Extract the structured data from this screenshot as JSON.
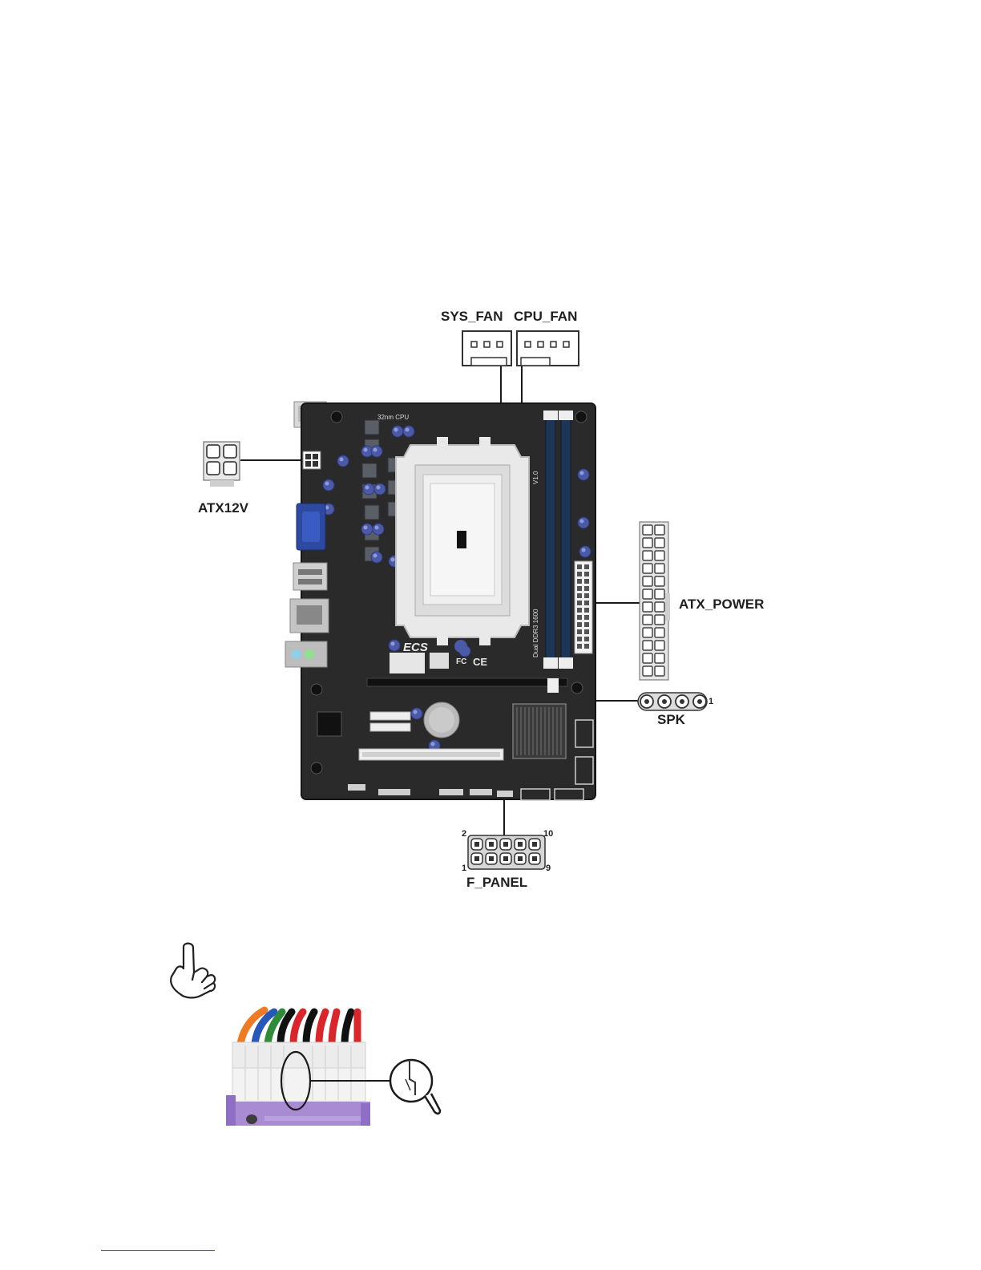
{
  "labels": {
    "sys_fan": "SYS_FAN",
    "cpu_fan": "CPU_FAN",
    "atx12v": "ATX12V",
    "atx_power": "ATX_POWER",
    "spk": "SPK",
    "spk_pin1": "1",
    "f_panel": "F_PANEL",
    "f_panel_pin_top_left": "2",
    "f_panel_pin_top_right": "10",
    "f_panel_pin_bottom_left": "1",
    "f_panel_pin_bottom_right": "9"
  },
  "board_silkscreen": {
    "cpu_label": "32nm CPU",
    "dimm_label": "Dual DDR3 1600",
    "model_version": "V1.0",
    "brand": "ECS"
  },
  "colors": {
    "board": "#2a2a2a",
    "dimm_slot": "#1d3556",
    "cpu_socket": "#e8e8e8",
    "capacitor": "#4a5aa8",
    "vga_port": "#2d4aa0",
    "wire_red": "#d9262b",
    "wire_orange": "#ef7a24",
    "wire_blue": "#2757b8",
    "wire_green": "#2f8a3a",
    "wire_black": "#111111",
    "connector_base": "#a98bd3",
    "footer_rule": "#2b5bb5"
  },
  "icons": {
    "note": "pointing-hand-icon",
    "zoom": "magnifier-icon"
  }
}
